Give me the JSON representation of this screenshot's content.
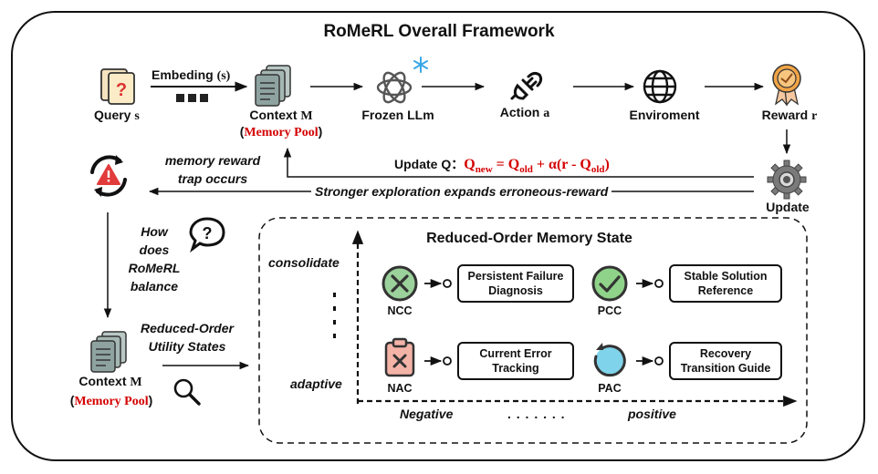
{
  "title": "RoMeRL Overall Framework",
  "top_flow": {
    "query_label": "Query",
    "query_var": "s",
    "embed_label": "Embeding",
    "embed_var": "(s)",
    "context_label": "Context",
    "context_var": "M",
    "memory_pool": "Memory Pool",
    "frozen_llm": "Frozen LLm",
    "action_label": "Action",
    "action_var": "a",
    "environment": "Enviroment",
    "reward_label": "Reward",
    "reward_var": "r",
    "update": "Update"
  },
  "update_q": {
    "prefix": "Update Q：",
    "formula_red": "Q",
    "new_sub": "new",
    "eq": " = Q",
    "old_sub": "old",
    "mid": " + α(r - Q",
    "old_sub2": "old",
    "end": ")"
  },
  "trap": {
    "line1": "memory reward",
    "line2": "trap occurs",
    "exploration": "Stronger exploration expands erroneous-reward"
  },
  "question": [
    "How",
    "does",
    "RoMeRL",
    "balance"
  ],
  "reduced_utility": [
    "Reduced-Order",
    "Utility States"
  ],
  "bottom_context": {
    "label": "Context",
    "var": "M",
    "memory_pool": "Memory Pool"
  },
  "memory_state": {
    "title": "Reduced-Order Memory State",
    "y_top": "consolidate",
    "y_bottom": "adaptive",
    "x_left": "Negative",
    "x_dots": ". . . . . . .",
    "x_right": "positive",
    "ncc": "NCC",
    "pcc": "PCC",
    "nac": "NAC",
    "pac": "PAC",
    "box_ncc": [
      "Persistent Failure",
      "Diagnosis"
    ],
    "box_pcc": [
      "Stable Solution",
      "Reference"
    ],
    "box_nac": [
      "Current Error",
      "Tracking"
    ],
    "box_pac": [
      "Recovery",
      "Transition Guide"
    ]
  },
  "colors": {
    "red": "#d40000",
    "ncc_green": "#9bd19a",
    "pcc_green": "#8fd28a",
    "nac_pink": "#f4b3a7",
    "pac_blue": "#7fd3ea",
    "memory_gray": "#8ea3a0",
    "gear_gray": "#7a7a7a",
    "badge_orange": "#f2a446"
  },
  "icons": [
    "query-card-icon",
    "memory-stack-icon",
    "openai-icon",
    "snowflake-icon",
    "plug-icon",
    "globe-icon",
    "ribbon-icon",
    "gear-icon",
    "alert-cycle-icon",
    "speech-question-icon",
    "magnifier-icon"
  ]
}
